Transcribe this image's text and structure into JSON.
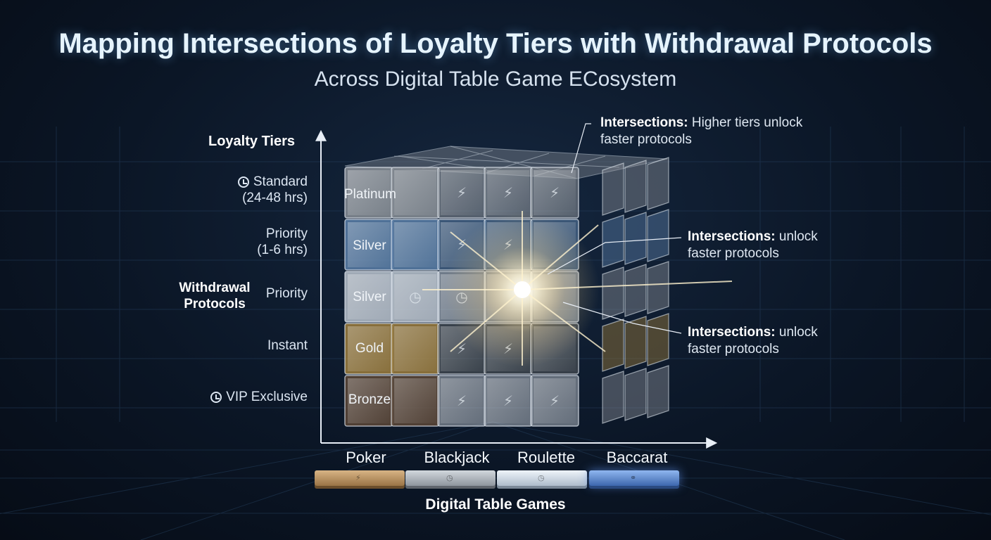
{
  "title": "Mapping Intersections of Loyalty Tiers with Withdrawal Protocols",
  "subtitle": "Across Digital Table Game ECosystem",
  "y_axis": {
    "title": "Loyalty Tiers",
    "group_title_line1": "Withdrawal",
    "group_title_line2": "Protocols",
    "labels": [
      {
        "line1": "Standard",
        "line2": "(24-48 hrs)",
        "icon": "clock-icon"
      },
      {
        "line1": "Priority",
        "line2": "(1-6 hrs)",
        "icon": ""
      },
      {
        "line1": "Priority",
        "line2": "",
        "icon": ""
      },
      {
        "line1": "Instant",
        "line2": "",
        "icon": ""
      },
      {
        "line1": "VIP Exclusive",
        "line2": "",
        "icon": "clock-icon"
      }
    ]
  },
  "tiers": [
    "Platinum",
    "Silver",
    "Silver",
    "Gold",
    "Bronze"
  ],
  "x_axis": {
    "title": "Digital Table Games",
    "games": [
      "Poker",
      "Blackjack",
      "Roulette",
      "Baccarat"
    ]
  },
  "annotations": [
    {
      "bold": "Intersections:",
      "text_line1": " Higher tiers unlock",
      "text_line2": "faster protocols"
    },
    {
      "bold": "Intersections:",
      "text_line1": " unlock",
      "text_line2": "faster protocols"
    },
    {
      "bold": "Intersections:",
      "text_line1": " unlock",
      "text_line2": "faster protocols"
    }
  ],
  "colors": {
    "platinum": "#8a8f96",
    "silver_blue": "#5b7fa8",
    "silver": "#b9c2cc",
    "gold": "#9c7c3c",
    "bronze": "#5c4636",
    "accent_glow": "#ffffff",
    "chip_poker": "#b08a5a",
    "chip_blackjack": "#9da4ad",
    "chip_roulette": "#c9d6e2",
    "chip_baccarat": "#5a86c9"
  },
  "icons": [
    "lightning-icon",
    "clock-icon",
    "chip-icon"
  ]
}
